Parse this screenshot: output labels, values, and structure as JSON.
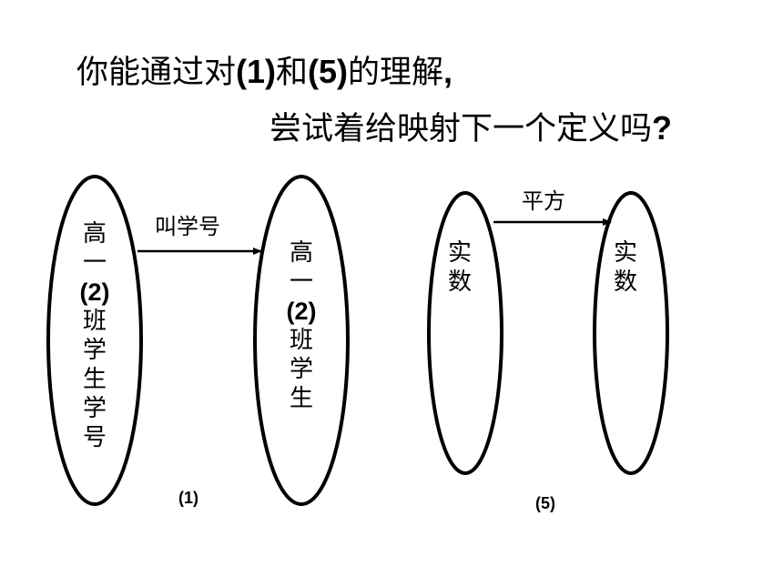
{
  "title": {
    "line1": {
      "pre": "你能通过对",
      "b1": "(1)",
      "mid": "和",
      "b2": "(5)",
      "post": "的理解",
      "punct": ","
    },
    "line2": {
      "text": "尝试着给映射下一个定义吗",
      "punct": "?"
    }
  },
  "diagram1": {
    "left_set": {
      "c1": "高",
      "c2": "一",
      "c3": "(2)",
      "c4": "班",
      "c5": "学",
      "c6": "生",
      "c7": "学",
      "c8": "号"
    },
    "right_set": {
      "c1": "高",
      "c2": "一",
      "c3": "(2)",
      "c4": "班",
      "c5": "学",
      "c6": "生"
    },
    "arrow_label": "叫学号",
    "caption": "(1)"
  },
  "diagram2": {
    "left_set": {
      "c1": "实",
      "c2": "数"
    },
    "right_set": {
      "c1": "实",
      "c2": "数"
    },
    "arrow_label": "平方",
    "caption": "(5)"
  }
}
